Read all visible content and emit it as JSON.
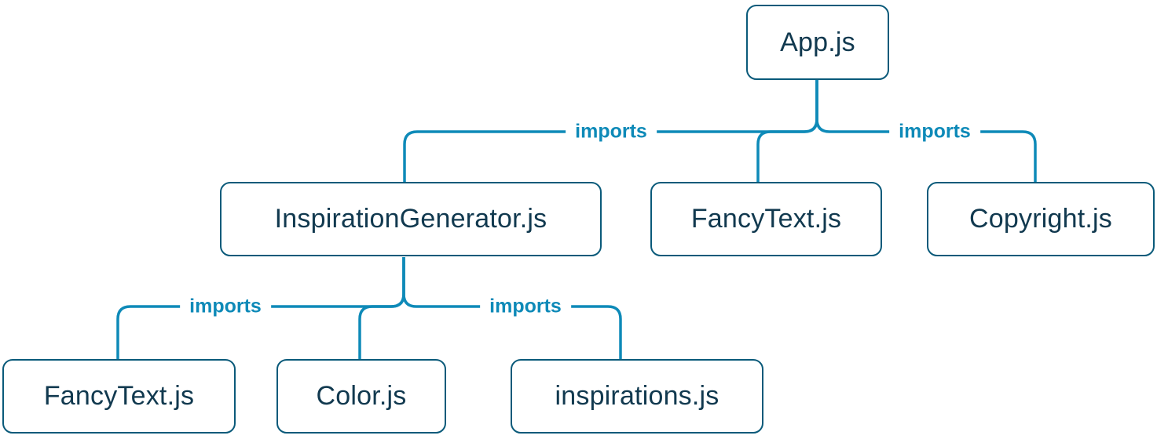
{
  "diagram": {
    "type": "module-dependency-tree",
    "colors": {
      "background": "#ffffff",
      "edge_line": "#0e8ab8",
      "edge_label_text": "#0e8ab8",
      "node_border": "#0a5a7a",
      "node_fill": "#ffffff",
      "node_text": "#11394f"
    },
    "nodes": [
      {
        "id": "app",
        "label": "App.js"
      },
      {
        "id": "inspiration-generator",
        "label": "InspirationGenerator.js"
      },
      {
        "id": "fancy-text-top",
        "label": "FancyText.js"
      },
      {
        "id": "copyright",
        "label": "Copyright.js"
      },
      {
        "id": "fancy-text-bottom",
        "label": "FancyText.js"
      },
      {
        "id": "color",
        "label": "Color.js"
      },
      {
        "id": "inspirations",
        "label": "inspirations.js"
      }
    ],
    "edges": [
      {
        "from": "App.js",
        "to": "InspirationGenerator.js",
        "label": "imports"
      },
      {
        "from": "App.js",
        "to": "FancyText.js",
        "label": ""
      },
      {
        "from": "App.js",
        "to": "Copyright.js",
        "label": "imports"
      },
      {
        "from": "InspirationGenerator.js",
        "to": "FancyText.js",
        "label": "imports"
      },
      {
        "from": "InspirationGenerator.js",
        "to": "Color.js",
        "label": ""
      },
      {
        "from": "InspirationGenerator.js",
        "to": "inspirations.js",
        "label": "imports"
      }
    ]
  }
}
